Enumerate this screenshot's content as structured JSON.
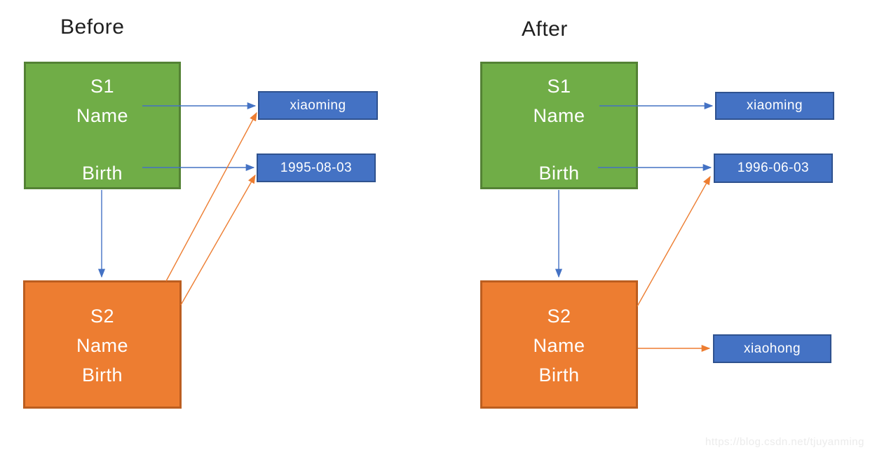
{
  "colors": {
    "green": "#70AD47",
    "green_border": "#548235",
    "orange": "#ED7D31",
    "orange_border": "#BC5E20",
    "blue": "#4472C4",
    "blue_border": "#2F528F",
    "arrow_blue": "#4472C4",
    "arrow_orange": "#ED7D31",
    "watermark_color": "#ebebeb"
  },
  "panels": [
    {
      "title": "Before",
      "s1": {
        "label": "S1",
        "fields": [
          "Name",
          "Birth"
        ]
      },
      "s2": {
        "label": "S2",
        "fields": [
          "Name",
          "Birth"
        ]
      },
      "name_value": "xiaoming",
      "birth_value": "1995-08-03"
    },
    {
      "title": "After",
      "s1": {
        "label": "S1",
        "fields": [
          "Name",
          "Birth"
        ]
      },
      "s2": {
        "label": "S2",
        "fields": [
          "Name",
          "Birth"
        ]
      },
      "name_value": "xiaoming",
      "birth_value": "1996-06-03",
      "s2_name_value": "xiaohong"
    }
  ],
  "watermark": "https://blog.csdn.net/tjuyanming"
}
